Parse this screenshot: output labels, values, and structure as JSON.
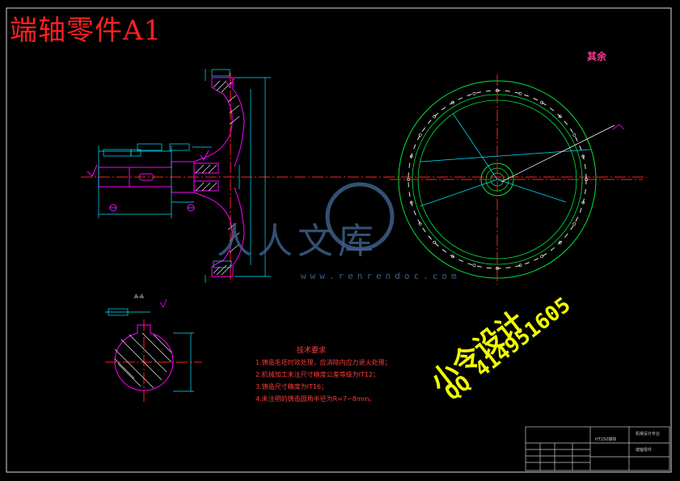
{
  "title": "端轴零件A1",
  "roughness_note": "其余",
  "tech_requirements": {
    "heading": "技术要求",
    "items": [
      "1.铸造毛坯时效处理，应消除内应力退火处理；",
      "2.机械加工未注尺寸精度公差等级为IT12；",
      "3.铸造尺寸精度为IT16；",
      "4.未注明的铸造圆角半径为R=7~8mm。"
    ]
  },
  "watermark": {
    "logo_text": "人人文库",
    "site": "www.renrendoc.com"
  },
  "stamp": {
    "line1": "小令设计",
    "line2": "QQ 414951605"
  },
  "section_label": "A-A",
  "title_block": {
    "material": "HT250铸铁",
    "drawing_name": "端轴零件",
    "org": "机械设计专业"
  },
  "colors": {
    "frame": "#ffffff",
    "geometry": "#ff00ff",
    "dimension": "#00e5ff",
    "centerline": "#ff2020",
    "hatch": "#ffffff",
    "title_text": "#ff2020",
    "watermark": "#3d5f88",
    "stamp": "#f2ff00"
  }
}
